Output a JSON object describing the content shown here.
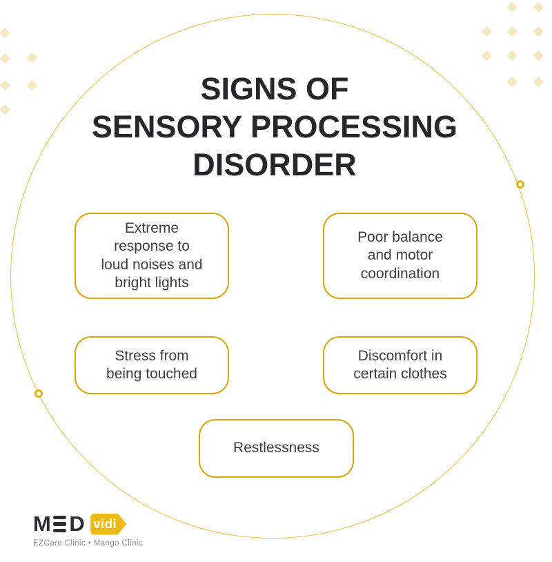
{
  "title": {
    "lines": [
      "SIGNS OF",
      "SENSORY PROCESSING",
      "DISORDER"
    ]
  },
  "signs": [
    {
      "label": "Extreme\nresponse to\nloud noises and\nbright lights"
    },
    {
      "label": "Poor balance\nand motor\ncoordination"
    },
    {
      "label": "Stress from\nbeing touched"
    },
    {
      "label": "Discomfort in\ncertain clothes"
    },
    {
      "label": "Restlessness"
    }
  ],
  "logo": {
    "brand_m": "M",
    "brand_d": "D",
    "brand_tag": "vidi",
    "tagline": "EZCare Clinic • Mango Clinic"
  },
  "icons": {
    "diamond": "diamond-icon",
    "circle_node": "ring-marker-icon"
  },
  "colors": {
    "card_border": "#DBA506",
    "circle_stroke": "#F5BC33",
    "node_ring": "#E7AE10",
    "diamond_fill": "#F5E8C1",
    "title_text": "#27272B",
    "card_text": "#3E3E3E",
    "logo_dark": "#2D2D33",
    "tag_fill": "#EFB915",
    "tag_text": "#FFFFFF",
    "tagline_text": "#8C8C8C"
  }
}
